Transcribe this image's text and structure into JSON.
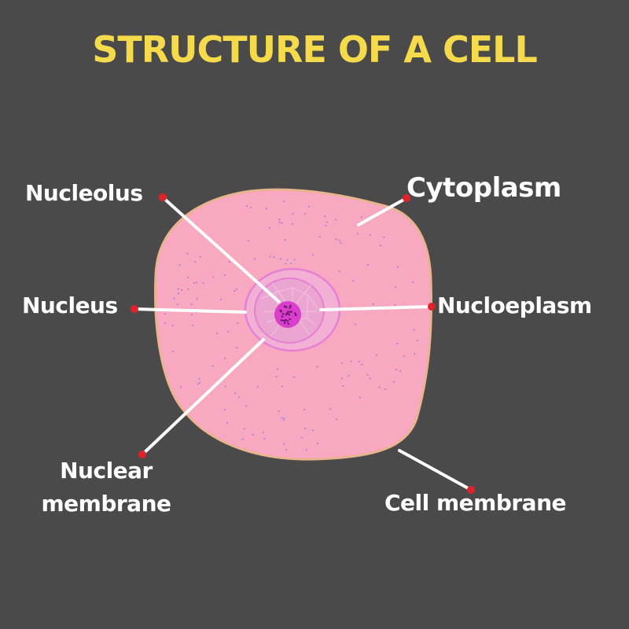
{
  "title": "STRUCTURE OF A CELL",
  "colors": {
    "background": "#4a4a4a",
    "title": "#f5db4c",
    "label": "#ffffff",
    "cell_fill": "#f8a8c1",
    "cell_outline": "#e8b48e",
    "nucleus_ring": "#e77fd4",
    "nucleoplasm": "#eba5d1",
    "nucleolus": "#d93fcb",
    "leader_line": "#ffffff",
    "marker_dot": "#e0222b"
  },
  "labels": {
    "nucleolus": "Nucleolus",
    "cytoplasm": "Cytoplasm",
    "nucleus": "Nucleus",
    "nucleoplasm": "Nucloeplasm",
    "nuclear_membrane_line1": "Nuclear",
    "nuclear_membrane_line2": "membrane",
    "cell_membrane": "Cell membrane"
  }
}
